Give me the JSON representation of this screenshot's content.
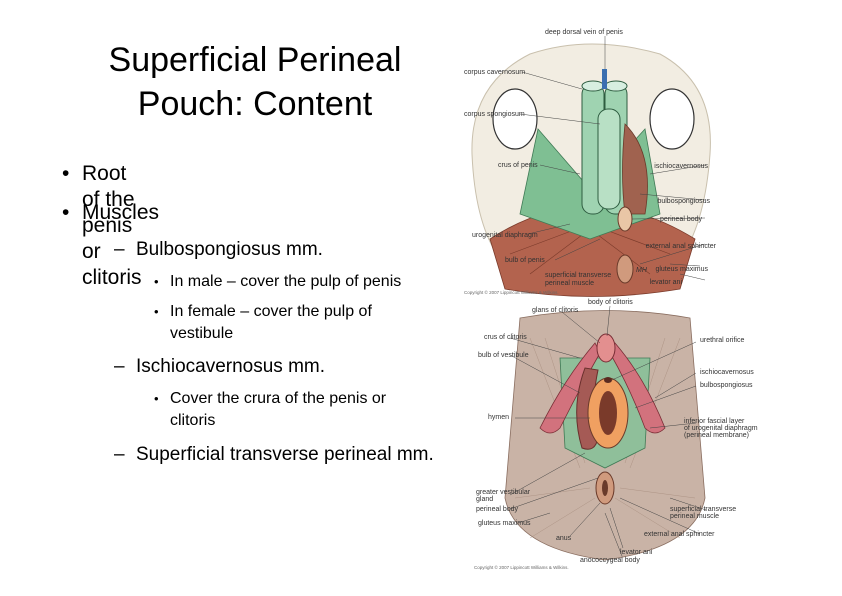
{
  "slide": {
    "title_line1": "Superficial Perineal",
    "title_line2": "Pouch: Content",
    "bullets": {
      "root": "Root of the penis or clitoris",
      "muscles": "Muscles",
      "bulbo": "Bulbospongiosus mm.",
      "bulbo_male": "In male – cover the pulp of penis",
      "bulbo_female": "In female – cover the pulp of vestibule",
      "ischio": "Ischiocavernosus mm.",
      "ischio_cover": "Cover the crura of the penis or clitoris",
      "transverse": "Superficial transverse perineal mm."
    }
  },
  "male_figure": {
    "labels": {
      "deep_dorsal_vein": "deep dorsal vein of penis",
      "corpus_cavernosum": "corpus cavernosum",
      "corpus_spongiosum": "corpus spongiosum",
      "crus_of_penis": "crus of penis",
      "ischiocavernosus": "ischiocavernosus",
      "bulbospongiosus": "bulbospongiosus",
      "perineal_body": "perineal body",
      "urogenital_diaphragm": "urogenital diaphragm",
      "external_anal_sphincter": "external anal sphincter",
      "bulb_of_penis": "bulb of penis",
      "levator_ani": "levator ani",
      "gluteus_maximus": "gluteus maximus",
      "superficial_transverse_1": "superficial transverse",
      "superficial_transverse_2": "perineal muscle",
      "signature": "MH",
      "copyright": "Copyright © 2007 Lippincott Williams & Wilkins."
    }
  },
  "female_figure": {
    "labels": {
      "body_of_clitoris": "body of clitoris",
      "glans_of_clitoris": "glans of clitoris",
      "crus_of_clitoris": "crus of clitoris",
      "urethral_orifice": "urethral orifice",
      "bulb_of_vestibule": "bulb of vestibule",
      "ischiocavernosus": "ischiocavernosus",
      "bulbospongiosus": "bulbospongiosus",
      "hymen": "hymen",
      "inferior_fascial_1": "inferior fascial layer",
      "inferior_fascial_2": "of urogenital diaphragm",
      "inferior_fascial_3": "(perineal membrane)",
      "greater_vestibular_1": "greater vestibular",
      "greater_vestibular_2": "gland",
      "perineal_body": "perineal body",
      "gluteus_maximus": "gluteus maximus",
      "superficial_transverse_1": "superficial transverse",
      "superficial_transverse_2": "perineal muscle",
      "external_anal_sphincter": "external anal sphincter",
      "anus": "anus",
      "levator_ani": "levator ani",
      "anococcygeal_body": "anococcygeal body",
      "copyright": "Copyright © 2007 Lippincott Williams & Wilkins."
    }
  }
}
